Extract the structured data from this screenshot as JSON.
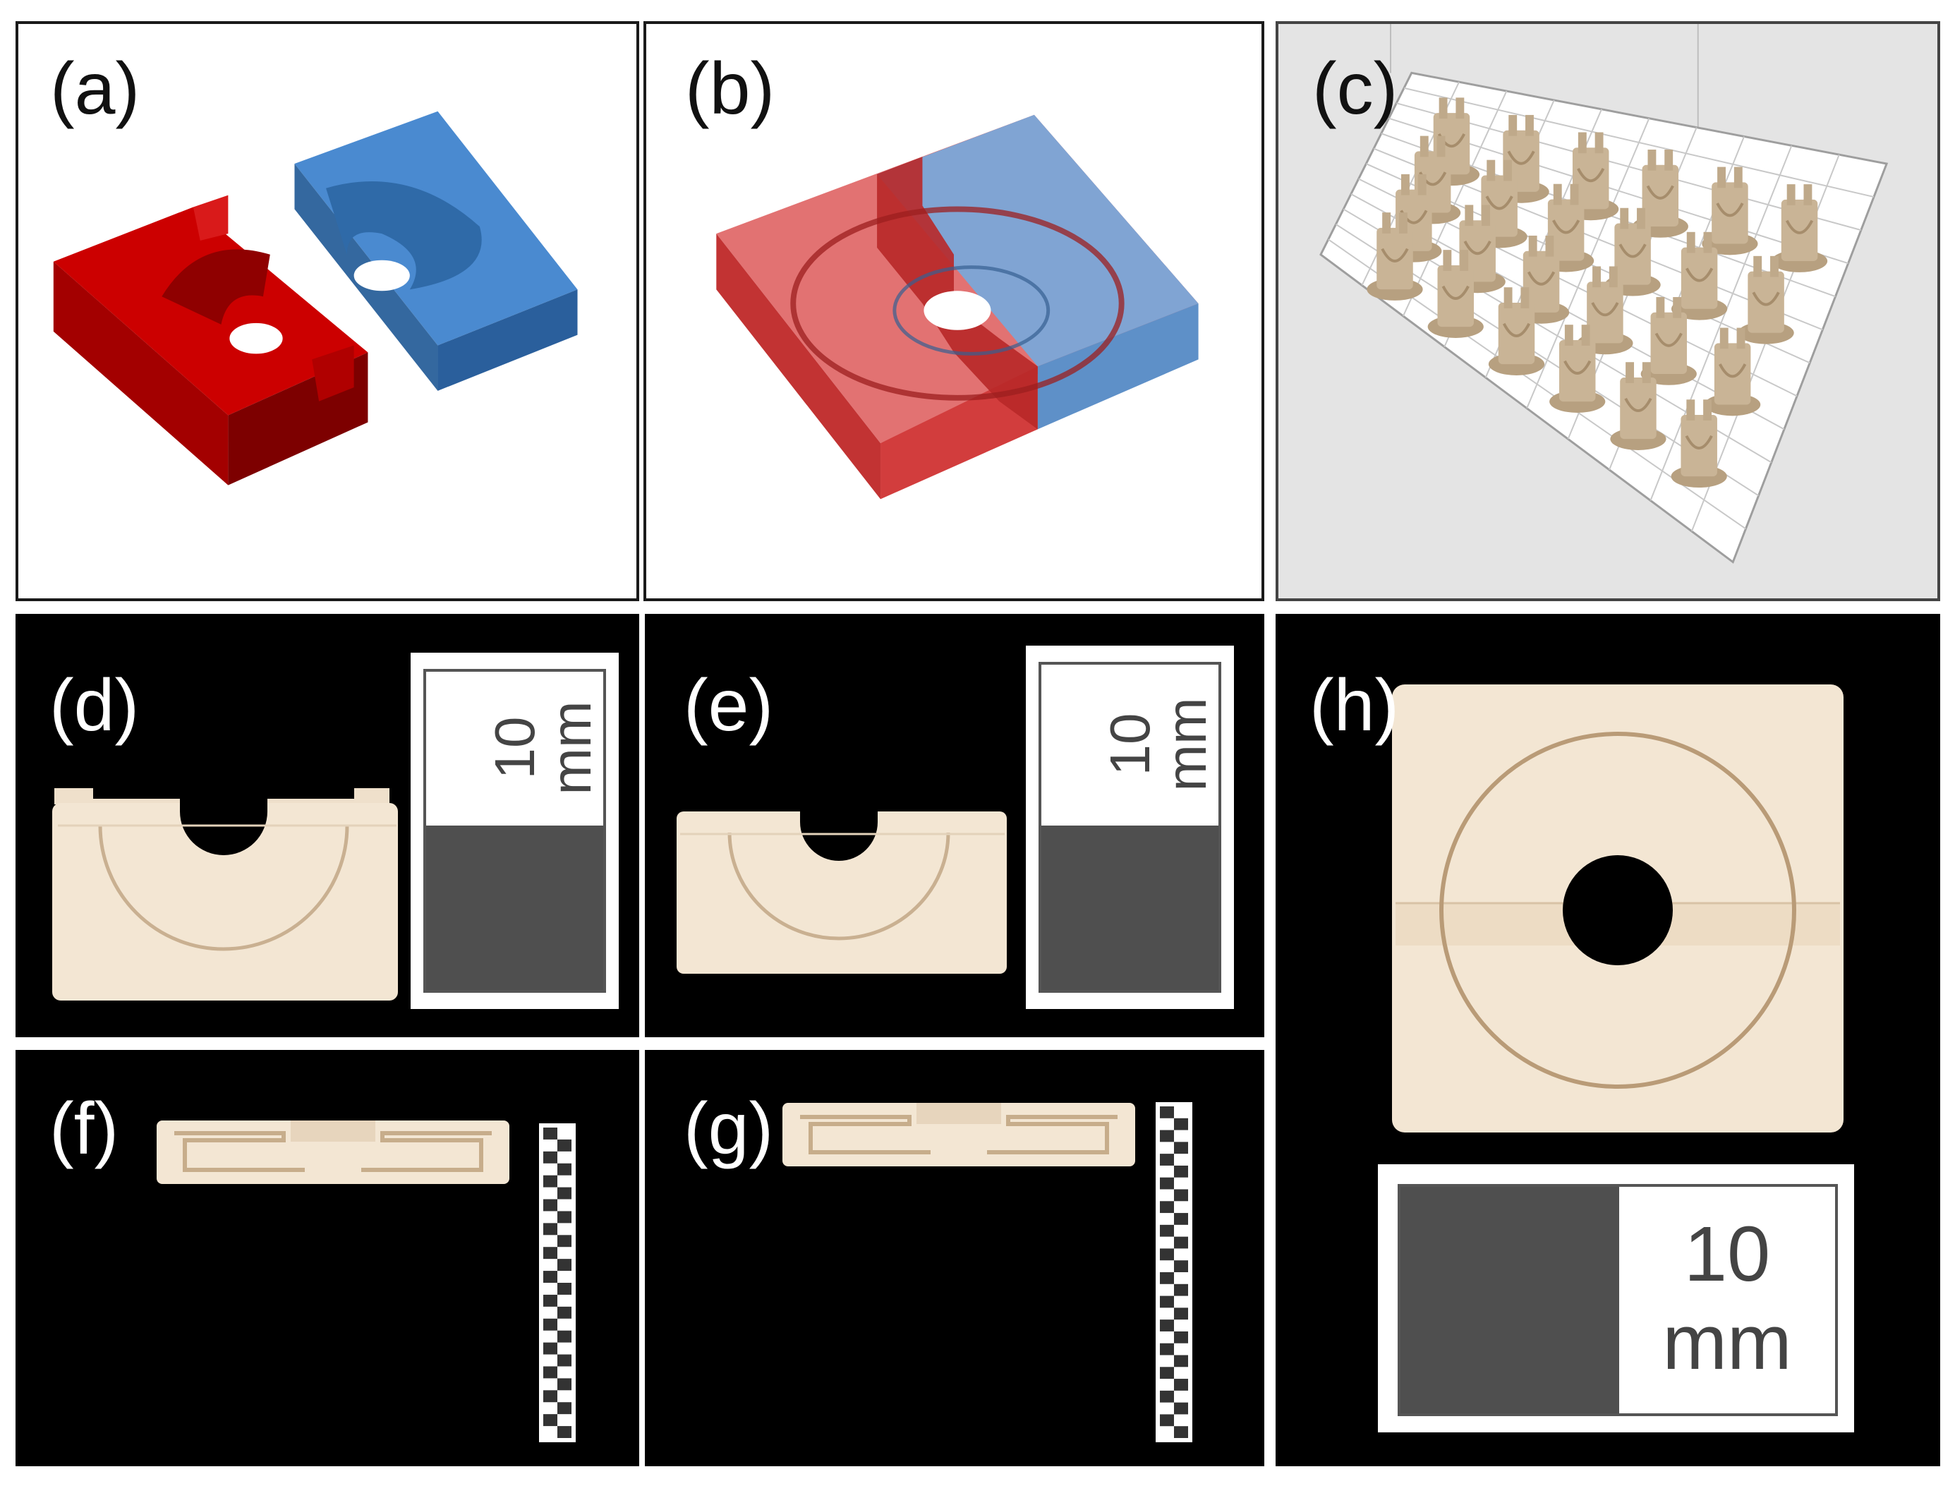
{
  "figure": {
    "panels": {
      "a": {
        "label": "(a)"
      },
      "b": {
        "label": "(b)"
      },
      "c": {
        "label": "(c)"
      },
      "d": {
        "label": "(d)"
      },
      "e": {
        "label": "(e)"
      },
      "f": {
        "label": "(f)"
      },
      "g": {
        "label": "(g)"
      },
      "h": {
        "label": "(h)"
      }
    },
    "scale_bar": {
      "value": "10",
      "unit": "mm"
    }
  },
  "colors": {
    "red_part": "#cc0000",
    "red_dark": "#8f0000",
    "blue_part": "#3f7fc4",
    "blue_dark": "#2a5f9c",
    "printed_resin": "#f3e6d3",
    "build_parts": "#c9b496",
    "background_photo": "#000000"
  }
}
